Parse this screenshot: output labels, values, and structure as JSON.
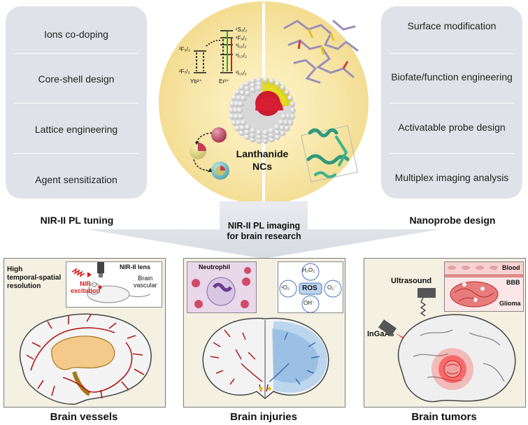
{
  "left_column": {
    "items": [
      "Ions co-doping",
      "Core-shell design",
      "Lattice engineering",
      "Agent sensitization"
    ],
    "title": "NIR-II PL tuning"
  },
  "right_column": {
    "items": [
      "Surface modification",
      "Biofate/function engineering",
      "Activatable probe design",
      "Multiplex imaging analysis"
    ],
    "title": "Nanoprobe design"
  },
  "center": {
    "nc_label_1": "Lanthanide",
    "nc_label_2": "NCs",
    "energy": {
      "yb_top": "²F₅/₂",
      "yb_bottom": "²F₇/₂",
      "yb_ion": "Yb³⁺",
      "er_levels": [
        "⁴S₃/₂",
        "⁴F₉/₂",
        "⁴I₁₁/₂",
        "⁴I₁₃/₂",
        "⁴I₁₅/₂"
      ],
      "er_ion": "Er³⁺"
    },
    "arrow_label_1": "NIR-II PL imaging",
    "arrow_label_2": "for brain research"
  },
  "panels": {
    "vessels": {
      "caption": "Brain vessels",
      "note_1": "High",
      "note_2": "temporal-spatial",
      "note_3": "resolution",
      "lens": "NIR-II lens",
      "excitation_1": "NIR",
      "excitation_2": "excitation",
      "vascular_1": "Brain",
      "vascular_2": "vascular"
    },
    "injuries": {
      "caption": "Brain injuries",
      "neutrophil": "Neutrophil",
      "ros_center": "ROS",
      "ros_top": "H₂O₂",
      "ros_left": "¹O₂",
      "ros_right": "O₂⁻",
      "ros_bottom": "OH⁻"
    },
    "tumors": {
      "caption": "Brain tumors",
      "ultrasound": "Ultrasound",
      "ingaas": "InGaAs",
      "blood": "Blood",
      "bbb": "BBB",
      "glioma": "Glioma"
    }
  },
  "colors": {
    "pill": "#dfe2e8",
    "center_glow": "#f7e6a8",
    "panel_bg": "#f4f0e2",
    "vessel_red": "#b01818",
    "excitation_red": "#d81a1a",
    "laser": "#ff1a1a",
    "shell_yellow": "#e0d21a",
    "core_red": "#cc1d2e",
    "protein_green": "#2f9a7a"
  }
}
